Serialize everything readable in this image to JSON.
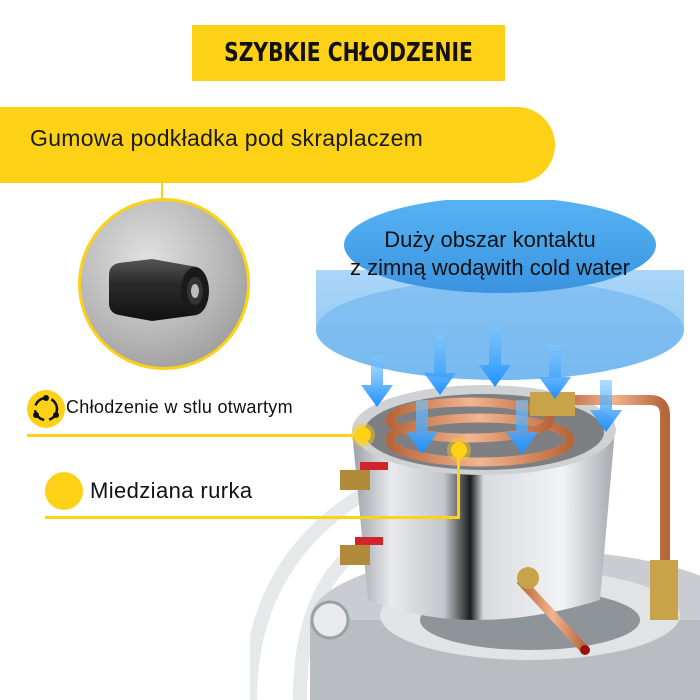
{
  "title_banner": {
    "text": "SZYBKIE CHŁODZENIE",
    "bg_color": "#fcd116"
  },
  "callout_gasket": {
    "label": "Gumowa podkładka pod skraplaczem",
    "bg_color": "#fcd116"
  },
  "callout_water": {
    "line1": "Duży obszar kontaktu",
    "line2": "z zimną wodąwith cold water",
    "color": "#4aa8f0"
  },
  "annotations": [
    {
      "label": "Chłodzenie w stlu otwartym",
      "icon": "cycle-icon"
    },
    {
      "label": "Miedziana rurka",
      "icon": "dot-icon"
    }
  ],
  "colors": {
    "accent_yellow": "#fcd116",
    "water_blue": "#4aa8f0",
    "copper": "#d98b5f",
    "steel": "#c9cdd1"
  }
}
